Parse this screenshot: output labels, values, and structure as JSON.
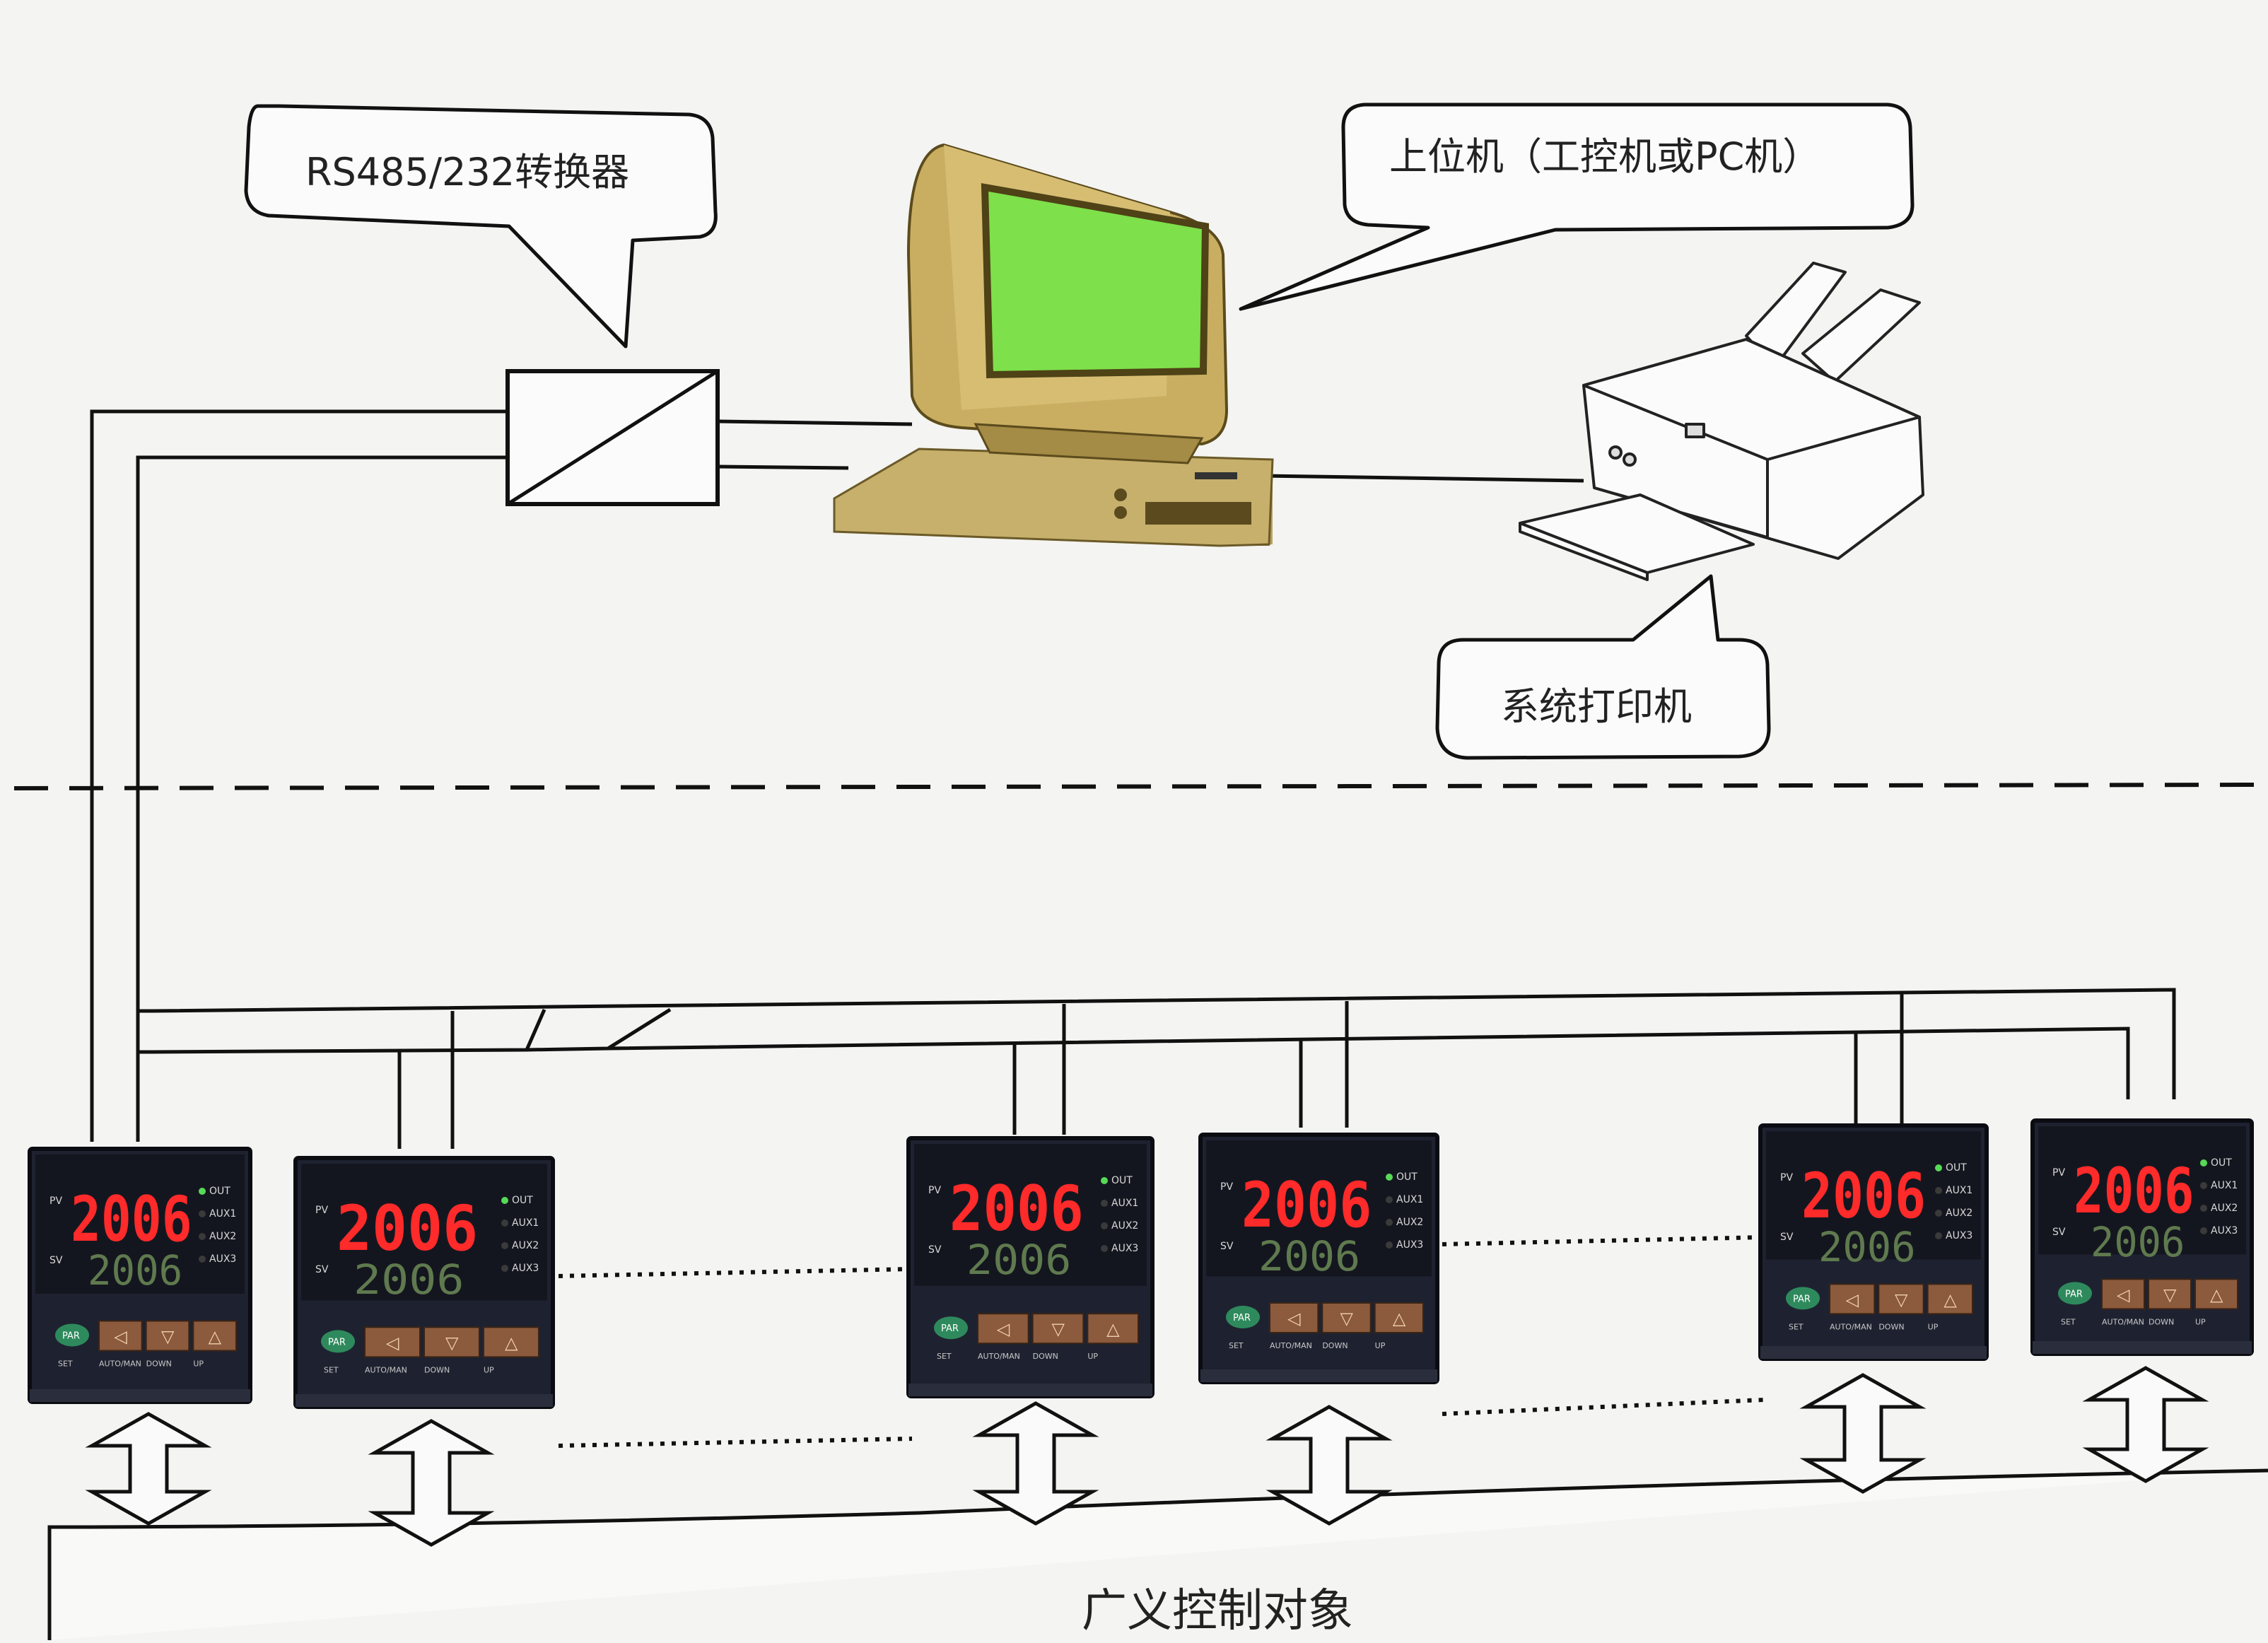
{
  "labels": {
    "converter": "RS485/232转换器",
    "host": "上位机（工控机或PC机）",
    "printer": "系统打印机",
    "plant": "广义控制对象"
  },
  "controller": {
    "pv_label": "PV",
    "sv_label": "SV",
    "pv_value": "2006",
    "sv_value": "2006",
    "indicators": [
      "OUT",
      "AUX1",
      "AUX2",
      "AUX3"
    ],
    "par_key": "PAR",
    "keys": [
      "◁",
      "▽",
      "△"
    ],
    "key_labels": [
      "SET",
      "AUTO/MAN",
      "DOWN",
      "UP"
    ],
    "count": 6
  },
  "colors": {
    "pv_digits": "#ff2a2a",
    "sv_digits": "#5f7a4e",
    "monitor_screen": "#7ee04a",
    "panel_body": "#1e2230"
  }
}
